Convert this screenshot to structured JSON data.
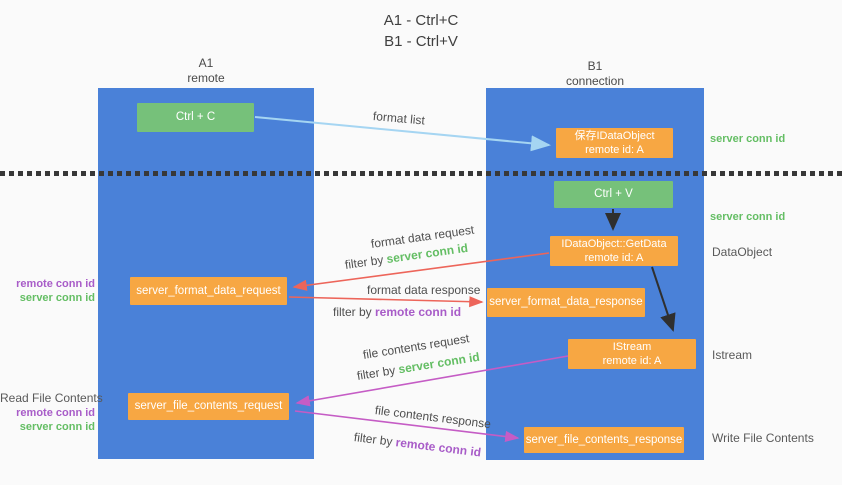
{
  "title": {
    "line1": "A1 - Ctrl+C",
    "line2": "B1 - Ctrl+V"
  },
  "lanes": {
    "left": {
      "header_line1": "A1",
      "header_line2": "remote"
    },
    "right": {
      "header_line1": "B1",
      "header_line2": "connection"
    }
  },
  "nodes": {
    "ctrl_c": "Ctrl + C",
    "ctrl_v": "Ctrl + V",
    "save_dataobject": {
      "line1": "保存IDataObject",
      "line2": "remote id: A"
    },
    "getdata": {
      "line1": "IDataObject::GetData",
      "line2": "remote id: A"
    },
    "istream": {
      "line1": "IStream",
      "line2": "remote id: A"
    },
    "format_request": "server_format_data_request",
    "format_response": "server_format_data_response",
    "file_request": "server_file_contents_request",
    "file_response": "server_file_contents_response"
  },
  "edges": {
    "format_list": {
      "label": "format list"
    },
    "format_data_request": {
      "label": "format data request",
      "filter_prefix": "filter by ",
      "filter_value": "server conn id"
    },
    "format_data_response": {
      "label": "format data response",
      "filter_prefix": "filter by ",
      "filter_value": "remote conn id"
    },
    "file_contents_request": {
      "label": "file contents request",
      "filter_prefix": "filter by ",
      "filter_value": "server conn id"
    },
    "file_contents_response": {
      "label": "file contents response",
      "filter_prefix": "filter by ",
      "filter_value": "remote conn id"
    }
  },
  "annotations": {
    "right_server_conn_top": "server conn id",
    "right_server_conn_mid": "server conn id",
    "right_dataobject": "DataObject",
    "right_istream": "Istream",
    "right_write_file": "Write File Contents",
    "left_remote_conn_mid": "remote conn id",
    "left_server_conn_mid": "server conn id",
    "left_read_file": "Read File Contents",
    "left_remote_conn_bottom": "remote conn id",
    "left_server_conn_bottom": "server conn id"
  },
  "colors": {
    "lane_blue": "#4a81d8",
    "box_green": "#76c17a",
    "box_orange": "#f7a743",
    "arrow_lightblue": "#a5d5f2",
    "arrow_red": "#ed655a",
    "arrow_magenta": "#c55cc5",
    "arrow_black": "#2f2f2f",
    "text_green": "#64be64",
    "text_purple": "#a85cc8",
    "text_gray": "#595959",
    "background": "#fafafa"
  }
}
